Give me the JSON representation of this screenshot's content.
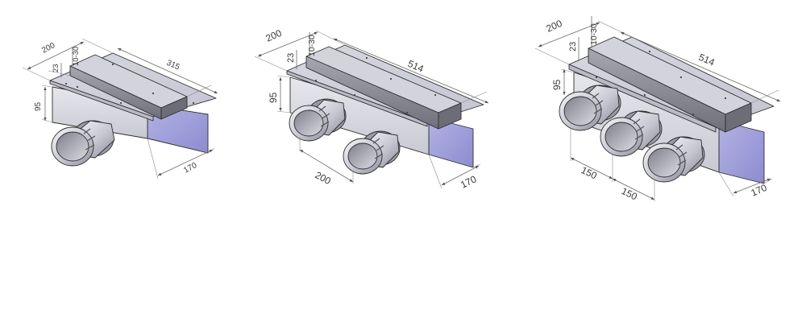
{
  "units": [
    {
      "id": "one-outlet",
      "dims": {
        "width": "200",
        "top_height": "23",
        "gap": "10-30",
        "length": "315",
        "height": "95",
        "depth": "170"
      }
    },
    {
      "id": "two-outlets",
      "dims": {
        "width": "200",
        "top_height": "23",
        "gap": "10-30",
        "length": "514",
        "height": "95",
        "depth": "170",
        "spacing": "200"
      }
    },
    {
      "id": "three-outlets",
      "dims": {
        "width": "200",
        "top_height": "23",
        "gap": "10-30",
        "length": "514",
        "height": "95",
        "depth": "170",
        "spacing_a": "150",
        "spacing_b": "150"
      }
    }
  ],
  "colors": {
    "plate_top": "#cfd0dc",
    "box_front": "#d9d9e2",
    "box_side": "#9a9ad8",
    "channel": "#7d7e88",
    "metal_light": "#e8e8ee",
    "metal_dark": "#8e8e98"
  }
}
